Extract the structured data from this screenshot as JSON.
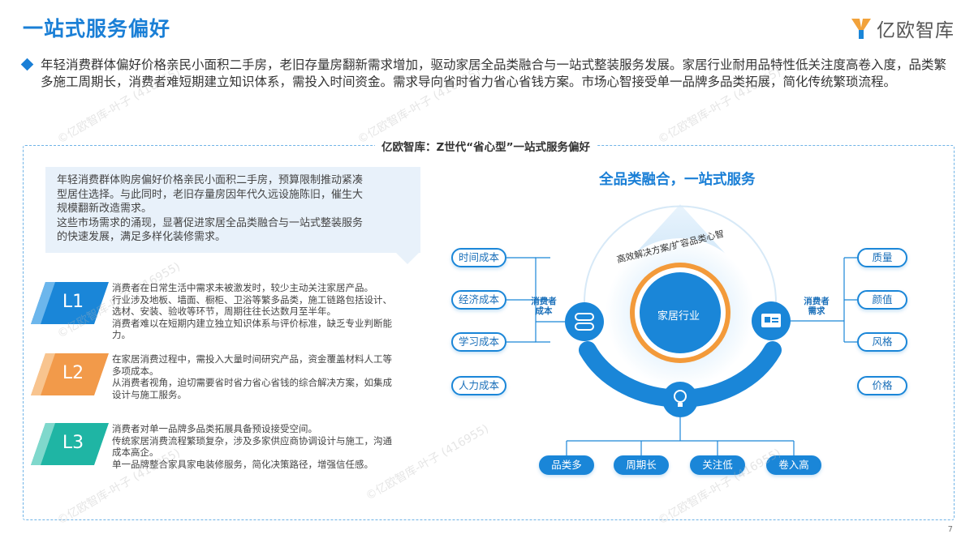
{
  "header": {
    "title": "一站式服务偏好",
    "logo_text": "亿欧智库"
  },
  "intro": "年轻消费群体偏好价格亲民小面积二手房，老旧存量房翻新需求增加，驱动家居全品类融合与一站式整装服务发展。家居行业耐用品特性低关注度高卷入度，品类繁多施工周期长，消费者难短期建立知识体系，需投入时间资金。需求导向省时省力省心省钱方案。市场心智接受单一品牌多品类拓展，简化传统繁琐流程。",
  "frame_title": "亿欧智库：Z世代“省心型”一站式服务偏好",
  "callout": {
    "lines": [
      "年轻消费群体购房偏好价格亲民小面积二手房，预算限制推动紧凑",
      "型居住选择。与此同时，老旧存量房因年代久远设施陈旧，催生大",
      "规模翻新改造需求。",
      "这些市场需求的涌现，显著促进家居全品类融合与一站式整装服务",
      "的快速发展，满足多样化装修需求。"
    ]
  },
  "levels": [
    {
      "label": "L1",
      "color": "#1a86d8",
      "lines": [
        "消费者在日常生活中需求未被激发时，较少主动关注家居产品。",
        "行业涉及地板、墙面、橱柜、卫浴等繁多品类，施工链路包括设计、",
        "选材、安装、验收等环节，周期往往长达数月至半年。",
        "消费者难以在短期内建立独立知识体系与评价标准，缺乏专业判断能",
        "力。"
      ]
    },
    {
      "label": "L2",
      "color": "#f29a4a",
      "lines": [
        "在家居消费过程中，需投入大量时间研究产品，资金覆盖材料人工等",
        "多项成本。",
        "从消费者视角，迫切需要省时省力省心省钱的综合解决方案，如集成",
        "设计与施工服务。"
      ]
    },
    {
      "label": "L3",
      "color": "#1fb5a4",
      "lines": [
        "消费者对单一品牌多品类拓展具备预设接受空间。",
        "传统家居消费流程繁琐复杂，涉及多家供应商协调设计与施工，沟通",
        "成本高企。",
        "单一品牌整合家具家电装修服务，简化决策路径，增强信任感。"
      ]
    }
  ],
  "diagram": {
    "title": "全品类融合，一站式服务",
    "arc_text": "高效解决方案/扩容品类心智",
    "core": "家居行业",
    "left_label": [
      "消费者",
      "成本"
    ],
    "right_label": [
      "消费者",
      "需求"
    ],
    "left_pills": [
      "时间成本",
      "经济成本",
      "学习成本",
      "人力成本"
    ],
    "right_pills": [
      "质量",
      "颜值",
      "风格",
      "价格"
    ],
    "bottom_pills": [
      "品类多",
      "周期长",
      "关注低",
      "卷入高"
    ],
    "icons": [
      "toggle-icon",
      "id-card-icon",
      "lightbulb-icon"
    ]
  },
  "watermark": "©亿欧智库-叶子 (416955)",
  "page_number": "7"
}
